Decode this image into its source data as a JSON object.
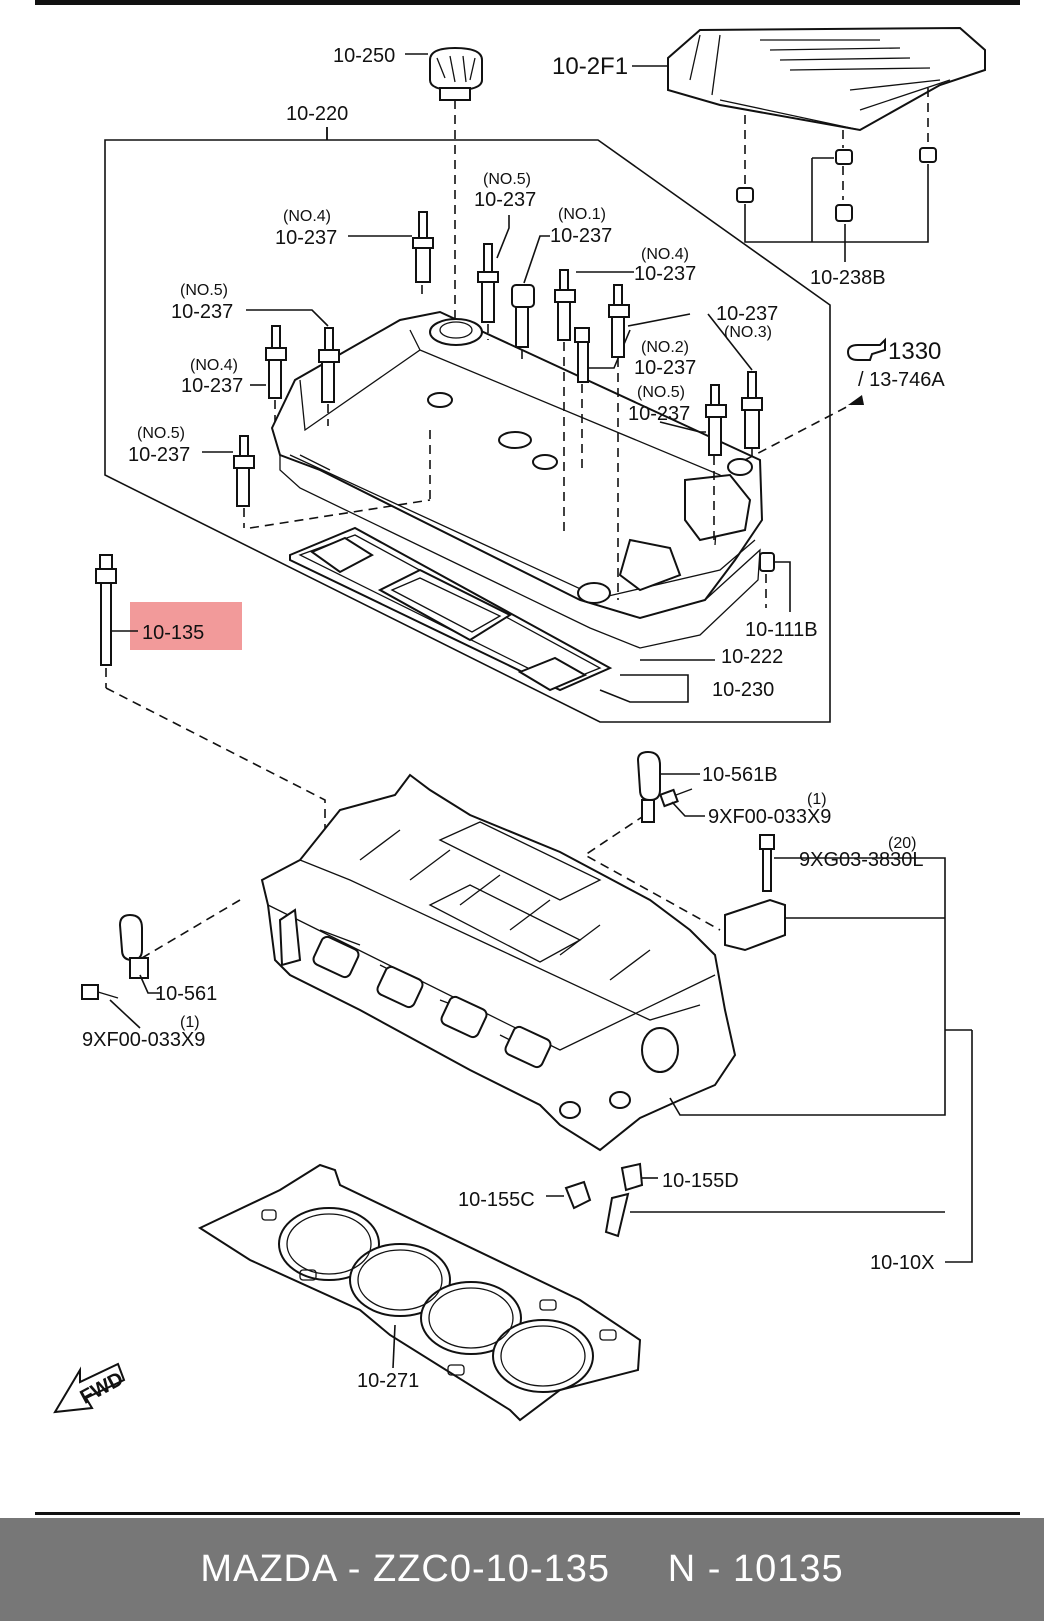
{
  "labels": {
    "cap": "10-250",
    "engine_cover": "10-2F1",
    "head_cover_box": "10-220",
    "plug_no5_a": "(NO.5)",
    "bolt_no5_a": "10-237",
    "plug_no1": "(NO.1)",
    "bolt_no1": "10-237",
    "plug_no4_a": "(NO.4)",
    "bolt_no4_a": "10-237",
    "plug_no4_b": "(NO.4)",
    "bolt_no4_b": "10-237",
    "plug_no5_b": "(NO.5)",
    "bolt_no5_b": "10-237",
    "plug_no4_c": "(NO.4)",
    "bolt_no4_c": "10-237",
    "plug_no5_c": "(NO.5)",
    "bolt_no5_c": "10-237",
    "bolt_no3": "10-237",
    "plug_no3": "(NO.3)",
    "plug_no2": "(NO.2)",
    "bolt_no2": "10-237",
    "plug_no5_d": "(NO.5)",
    "bolt_no5_d": "10-237",
    "grommet": "10-238B",
    "ref_number": "1330",
    "ref_sub": "/ 13-746A",
    "highlight": "10-135",
    "plug": "10-111B",
    "gasket_a": "10-222",
    "gasket_b": "10-230",
    "hanger_b": "10-561B",
    "bolt_qty_a": "(1)",
    "bolt_a": "9XF00-033X9",
    "bolt_qty_b": "(20)",
    "bolt_b": "9XG03-3830L",
    "hanger": "10-561",
    "bolt_qty_c": "(1)",
    "bolt_c": "9XF00-033X9",
    "seal_c": "10-155C",
    "seal_d": "10-155D",
    "head_assy": "10-10X",
    "head_gasket": "10-271",
    "fwd": "FWD"
  },
  "colors": {
    "highlight_fill": "#f29a9a",
    "footer_bg": "#777777",
    "footer_text": "#ffffff",
    "line": "#111111"
  },
  "footer": {
    "text": "MAZDA - ZZC0-10-135     N - 10135"
  }
}
